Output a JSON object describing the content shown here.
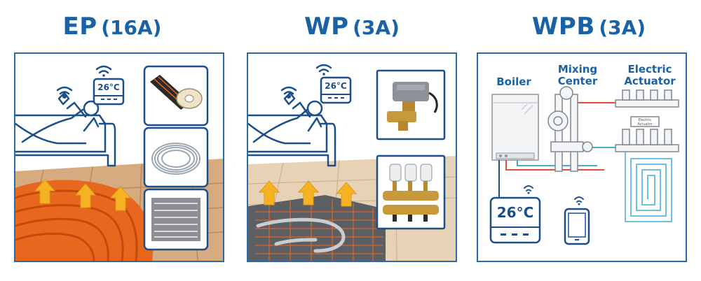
{
  "sections": [
    {
      "name": "EP",
      "amperage": "(16A)",
      "thermostat_display": "26°C"
    },
    {
      "name": "WP",
      "amperage": "(3A)",
      "thermostat_display": "26°C"
    },
    {
      "name": "WPB",
      "amperage": "(3A)",
      "thermostat_display": "26°C",
      "labels": {
        "boiler": "Boiler",
        "mixing_center_1": "Mixing",
        "mixing_center_2": "Center",
        "electric_actuator_1": "Electric",
        "electric_actuator_2": "Actuator",
        "actuator_small": "Electric Actuator"
      }
    }
  ],
  "colors": {
    "brand_blue": "#1a62a8",
    "heat_orange": "#e8671e",
    "floor_wood": "#cfa57a",
    "arrow_yellow": "#f5b324"
  },
  "icons": [
    "wifi-icon",
    "thermostat-icon",
    "sofa-person-icon",
    "heating-film-roll-icon",
    "cable-coil-icon",
    "heating-mat-icon",
    "zone-valve-icon",
    "manifold-actuator-icon",
    "boiler-icon",
    "mixing-center-icon",
    "smartphone-icon",
    "heat-arrow-icon"
  ]
}
